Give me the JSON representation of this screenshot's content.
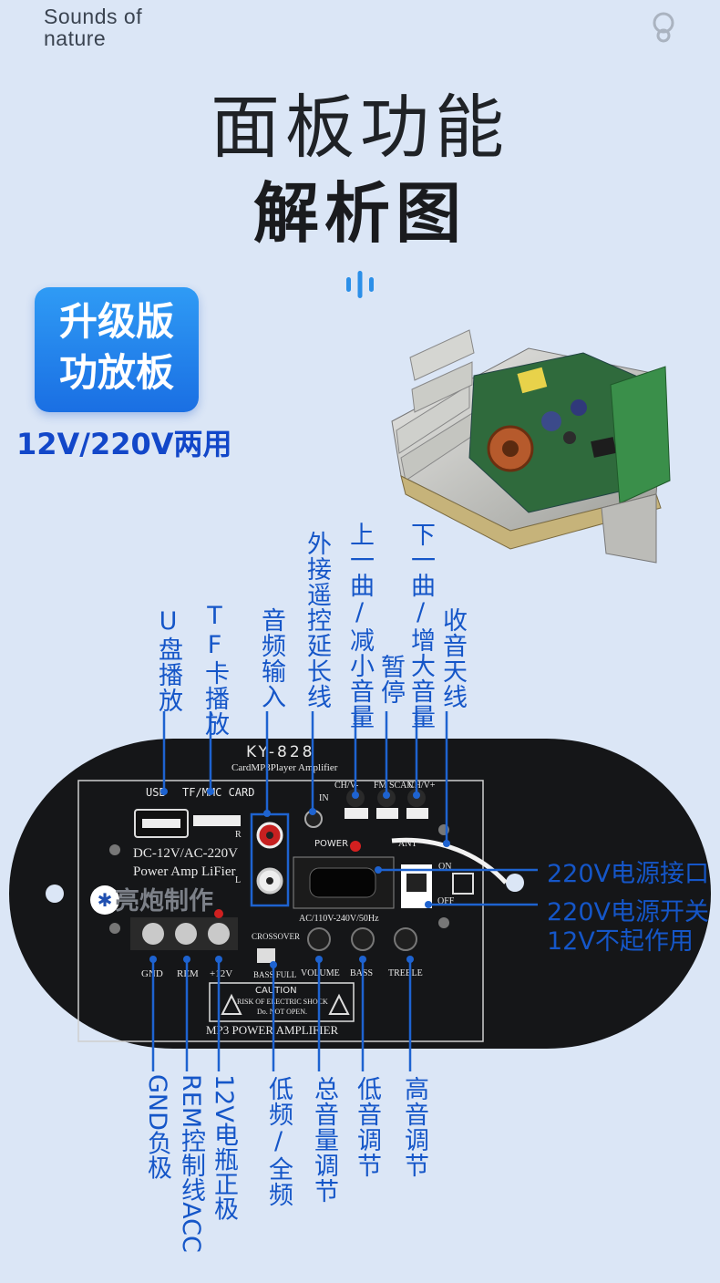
{
  "brand": {
    "line1": "Sounds of",
    "line2": "nature"
  },
  "title": {
    "line1": "面板功能",
    "line2": "解析图"
  },
  "badge": {
    "line1": "升级版",
    "line2": "功放板",
    "subtitle": "12V/220V两用"
  },
  "panel": {
    "model": "KY-828",
    "subtitle": "CardMP3Player Amplifier",
    "usb": "USB",
    "tf": "TF/MMC CARD",
    "chv_minus": "CH/V-",
    "fmscan": "FM SCAN",
    "chv_plus": "CH/V+",
    "in": "IN",
    "power": "POWER",
    "ant": "ANT",
    "on": "ON",
    "off": "OFF",
    "dc_ac": "DC-12V/AC-220V",
    "amp": "Power Amp LiFier",
    "watermark": "亮炮制作",
    "ac_spec": "AC/110V-240V/50Hz",
    "crossover": "CROSSOVER",
    "bass_full": "BASS FULL",
    "volume": "VOLUME",
    "bass": "BASS",
    "treble": "TREBLE",
    "gnd": "GND",
    "rem": "REM",
    "plus12v": "+12V",
    "caution": "CAUTION",
    "risk": "RISK OF ELECTRIC SHOCK",
    "donot": "Do. NOT OPEN.",
    "footer": "MP3 POWER AMPLIFIER",
    "r": "R",
    "l": "L"
  },
  "labels_top": {
    "usb": "U盘播放",
    "tf": "TF卡播放",
    "audio_in": "音频输入",
    "remote": "外接遥控延长线",
    "prev": "上一曲/减小音量",
    "pause": "暂停",
    "next": "下一曲/增大音量",
    "antenna": "收音天线"
  },
  "labels_right": {
    "power_port": "220V电源接口",
    "power_switch": "220V电源开关",
    "power_note": "12V不起作用"
  },
  "labels_bottom": {
    "gnd": "GND负极",
    "rem": "REM控制线ACC",
    "v12": "12V电瓶正极",
    "bass_full": "低频/全频",
    "volume": "总音量调节",
    "bass": "低音调节",
    "treble": "高音调节"
  },
  "colors": {
    "accent": "#1556c8",
    "badge": "#1f7cec",
    "panel": "#151618"
  }
}
